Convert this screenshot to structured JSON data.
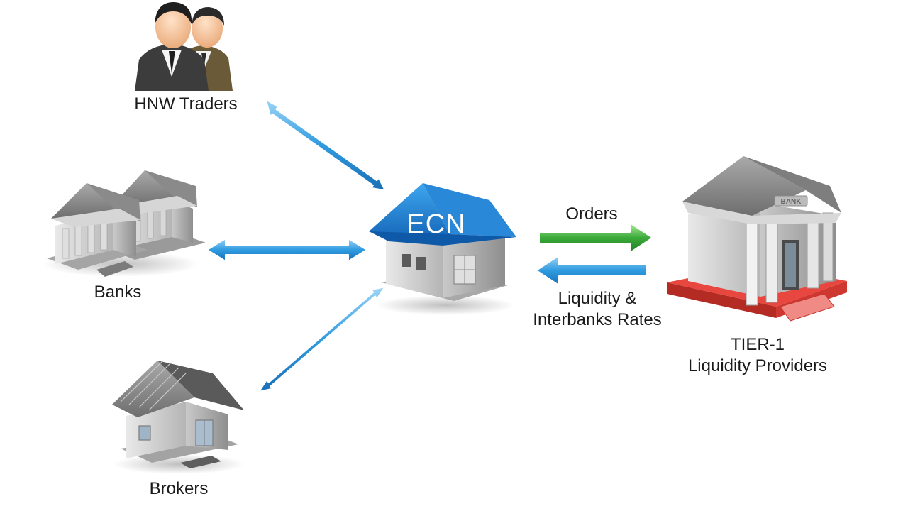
{
  "nodes": {
    "hnw_traders": "HNW Traders",
    "banks": "Banks",
    "brokers": "Brokers",
    "ecn": "ECN",
    "tier1": [
      "TIER-1",
      "Liquidity Providers"
    ]
  },
  "flows": {
    "orders": "Orders",
    "liquidity": [
      "Liquidity &",
      "Interbanks Rates"
    ]
  },
  "colors": {
    "bidirectional_arrow": "#2f9be0",
    "orders_arrow": "#3aaa3a",
    "liquidity_arrow": "#2f9be0",
    "ecn_roof": "#1e7fd3",
    "tier1_base": "#d93b34"
  },
  "icons": {
    "hnw_traders": "businessmen-icon",
    "banks": "twin-bank-buildings-icon",
    "brokers": "house-icon",
    "ecn": "ecn-building-icon",
    "tier1": "bank-building-icon"
  }
}
